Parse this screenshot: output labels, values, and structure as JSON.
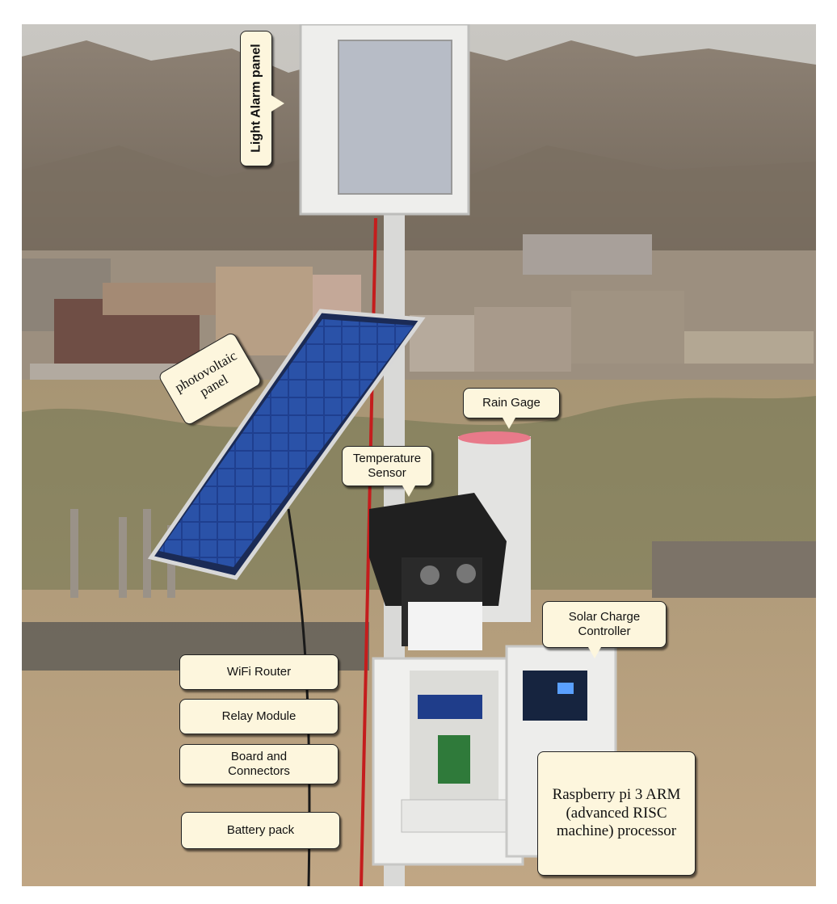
{
  "labels": {
    "light_alarm_panel": "Light Alarm panel",
    "photovoltaic_panel": "photovoltaic panel",
    "rain_gage": "Rain Gage",
    "temperature_sensor": "Temperature Sensor",
    "solar_charge_controller": "Solar Charge Controller",
    "wifi_router": "WiFi Router",
    "relay_module": "Relay Module",
    "board_and_connectors": "Board and Connectors",
    "battery_pack": "Battery pack",
    "raspberry_pi": "Raspberry pi 3 ARM (advanced RISC machine) processor"
  },
  "colors": {
    "callout_fill": "#fdf6dd",
    "sky": "#b9b7b1",
    "mountain": "#8a7c6c",
    "ground": "#b29a78",
    "solar_cell": "#1f3f8f"
  }
}
